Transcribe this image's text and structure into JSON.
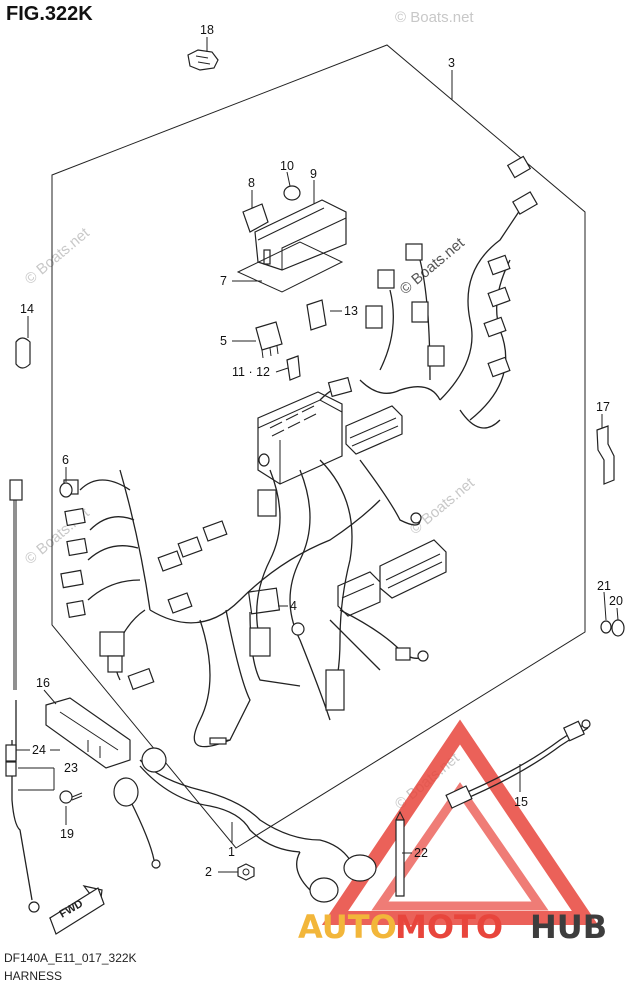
{
  "figure": {
    "title": "FIG.322K"
  },
  "callouts": [
    {
      "id": "18",
      "text": "18"
    },
    {
      "id": "3",
      "text": "3"
    },
    {
      "id": "10",
      "text": "10"
    },
    {
      "id": "9",
      "text": "9"
    },
    {
      "id": "8",
      "text": "8"
    },
    {
      "id": "7",
      "text": "7"
    },
    {
      "id": "14",
      "text": "14"
    },
    {
      "id": "13",
      "text": "13"
    },
    {
      "id": "5",
      "text": "5"
    },
    {
      "id": "11-12",
      "text": "11 · 12"
    },
    {
      "id": "17",
      "text": "17"
    },
    {
      "id": "6",
      "text": "6"
    },
    {
      "id": "4",
      "text": "4"
    },
    {
      "id": "21",
      "text": "21"
    },
    {
      "id": "20",
      "text": "20"
    },
    {
      "id": "16",
      "text": "16"
    },
    {
      "id": "24",
      "text": "24"
    },
    {
      "id": "23",
      "text": "23"
    },
    {
      "id": "19",
      "text": "19"
    },
    {
      "id": "15",
      "text": "15"
    },
    {
      "id": "1",
      "text": "1"
    },
    {
      "id": "22",
      "text": "22"
    },
    {
      "id": "2",
      "text": "2"
    }
  ],
  "direction_badge": {
    "text": "FWD"
  },
  "watermarks": {
    "text": "© Boats.net"
  },
  "footer": {
    "code": "DF140A_E11_017_322K",
    "name": "HARNESS"
  },
  "logo": {
    "part1": "AUTO",
    "part2": "MOTO",
    "part3": "HUB",
    "accent_color": "#e8453c",
    "gold_color": "#f2b63a",
    "gray_color": "#3d3d3d"
  }
}
